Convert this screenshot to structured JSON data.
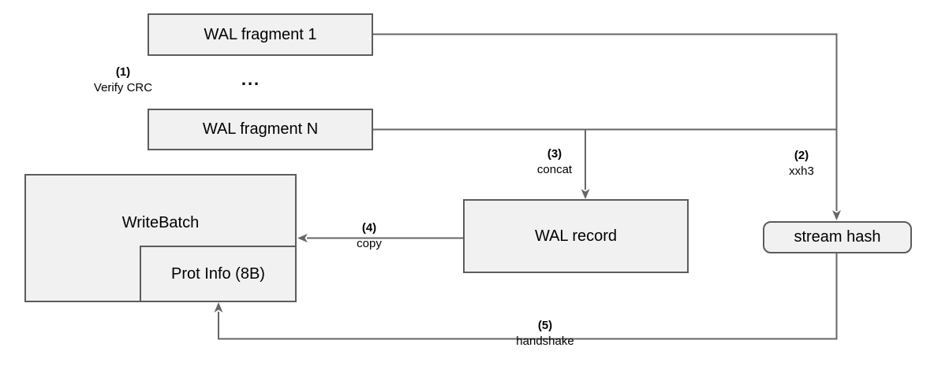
{
  "diagram": {
    "nodes": {
      "wal_fragment_1": {
        "label": "WAL fragment 1"
      },
      "wal_fragment_n": {
        "label": "WAL fragment N"
      },
      "write_batch": {
        "label": "WriteBatch"
      },
      "prot_info": {
        "label": "Prot Info (8B)"
      },
      "wal_record": {
        "label": "WAL record"
      },
      "stream_hash": {
        "label": "stream hash"
      }
    },
    "ellipsis": "...",
    "steps": {
      "verify_crc": {
        "number": "(1)",
        "label": "Verify CRC"
      },
      "xxh3": {
        "number": "(2)",
        "label": "xxh3"
      },
      "concat": {
        "number": "(3)",
        "label": "concat"
      },
      "copy": {
        "number": "(4)",
        "label": "copy"
      },
      "handshake": {
        "number": "(5)",
        "label": "handshake"
      }
    },
    "colors": {
      "background": "#ffffff",
      "node_fill": "#f1f1f1",
      "node_border": "#5c5c5c",
      "connector": "#666666",
      "text": "#000000"
    }
  }
}
